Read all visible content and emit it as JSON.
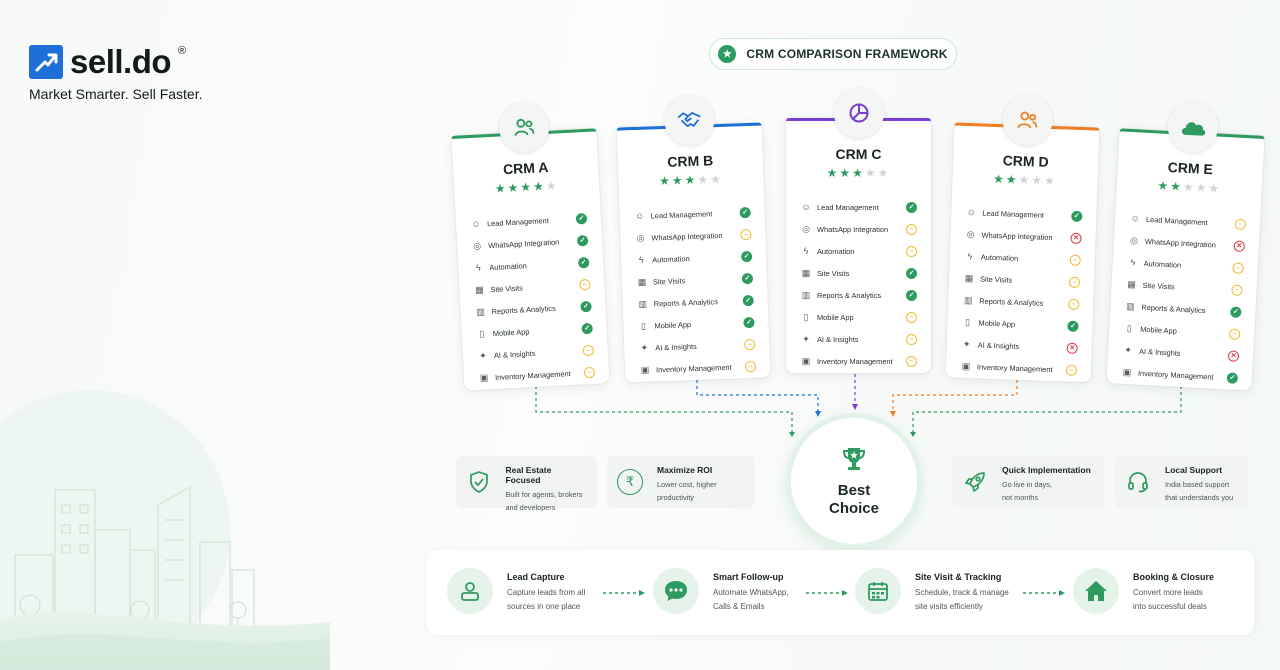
{
  "brand": {
    "name": "sell.do",
    "reg": "®",
    "tagline": "Market Smarter. Sell Faster."
  },
  "framework": {
    "title": "CRM COMPARISON FRAMEWORK",
    "icon": "star-icon"
  },
  "colors": {
    "accent": "#2d9a5f",
    "brand_blue": "#1f6fd8",
    "partial": "#f1b92c",
    "cross": "#dd3b3b",
    "star_on": "#2d9a5f",
    "star_off": "#cfd6d2"
  },
  "features": [
    "Lead Management",
    "WhatsApp Integration",
    "Automation",
    "Site Visits",
    "Reports & Analytics",
    "Mobile App",
    "AI & Insights",
    "Inventory Management"
  ],
  "crms": [
    {
      "name": "CRM A",
      "icon": "users-icon",
      "color": "#2d9a5f",
      "rating": 4,
      "status": [
        "check",
        "check",
        "check",
        "partial",
        "check",
        "check",
        "partial",
        "partial"
      ]
    },
    {
      "name": "CRM B",
      "icon": "handshake-icon",
      "color": "#1f6fd8",
      "rating": 3,
      "status": [
        "check",
        "partial",
        "check",
        "check",
        "check",
        "check",
        "partial",
        "partial"
      ]
    },
    {
      "name": "CRM C",
      "icon": "pie-chart-icon",
      "color": "#7b3fd0",
      "rating": 3,
      "status": [
        "check",
        "partial",
        "partial",
        "check",
        "check",
        "partial",
        "partial",
        "partial"
      ]
    },
    {
      "name": "CRM D",
      "icon": "users-icon",
      "color": "#ef7d22",
      "rating": 2,
      "status": [
        "check",
        "cross",
        "partial",
        "partial",
        "partial",
        "check",
        "cross",
        "partial"
      ]
    },
    {
      "name": "CRM E",
      "icon": "cloud-icon",
      "color": "#2d9a5f",
      "rating": 2,
      "status": [
        "partial",
        "cross",
        "partial",
        "partial",
        "check",
        "partial",
        "cross",
        "check"
      ]
    }
  ],
  "best_choice": {
    "line1": "Best",
    "line2": "Choice",
    "icon": "trophy-icon"
  },
  "benefits": [
    {
      "title": "Real Estate Focused",
      "desc1": "Built for agents, brokers",
      "desc2": "and developers",
      "icon": "shield-check-icon"
    },
    {
      "title": "Maximize ROI",
      "desc1": "Lower cost, higher",
      "desc2": "productivity",
      "icon": "rupee-icon"
    },
    {
      "title": "Quick Implementation",
      "desc1": "Go live in days,",
      "desc2": "not months",
      "icon": "rocket-icon"
    },
    {
      "title": "Local Support",
      "desc1": "India based support",
      "desc2": "that understands you",
      "icon": "headset-icon"
    }
  ],
  "process": [
    {
      "title": "Lead Capture",
      "desc1": "Capture leads from all",
      "desc2": "sources in one place",
      "icon": "user-card-icon"
    },
    {
      "title": "Smart Follow-up",
      "desc1": "Automate WhatsApp,",
      "desc2": "Calls & Emails",
      "icon": "chat-icon"
    },
    {
      "title": "Site Visit & Tracking",
      "desc1": "Schedule, track & manage",
      "desc2": "site visits efficiently",
      "icon": "calendar-icon"
    },
    {
      "title": "Booking & Closure",
      "desc1": "Convert more leads",
      "desc2": "into successful deals",
      "icon": "home-icon"
    }
  ]
}
